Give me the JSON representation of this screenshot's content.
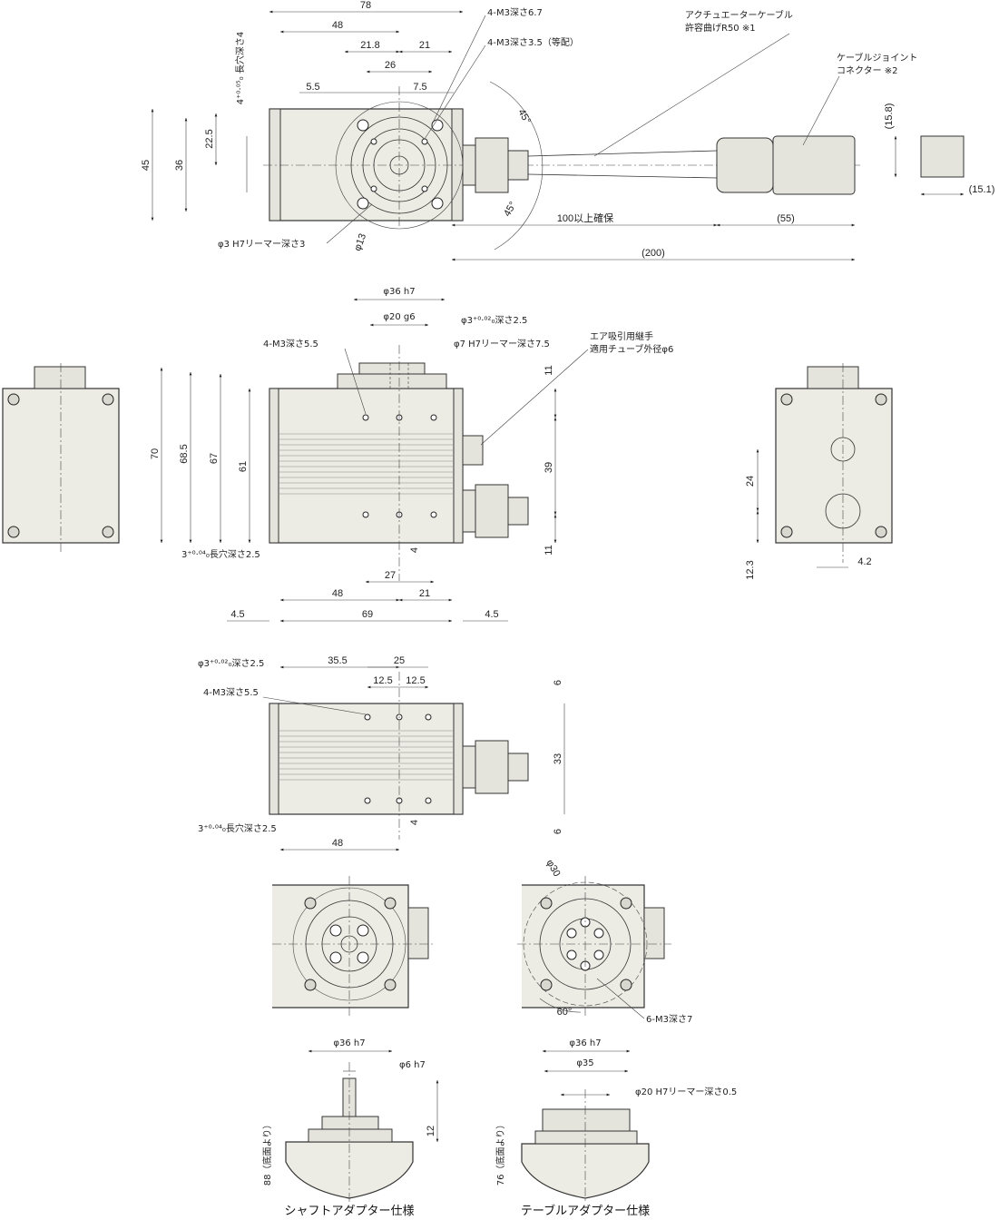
{
  "top_view": {
    "dims": {
      "d78": "78",
      "d48": "48",
      "d21_8": "21.8",
      "d21": "21",
      "d26": "26",
      "d5_5": "5.5",
      "d7_5": "7.5",
      "d45": "45",
      "d36": "36",
      "d22_5": "22.5",
      "d15_8": "(15.8)",
      "d15_1": "(15.1)",
      "d100": "100以上確保",
      "d55": "(55)",
      "d200": "(200)",
      "ang45a": "45°",
      "ang45b": "45°",
      "phi13": "φ13"
    },
    "notes": {
      "m3_67": "4-M3深さ6.7",
      "m3_35": "4-M3深さ3.5（等配）",
      "cable_1": "アクチュエーターケーブル",
      "cable_2": "許容曲げR50 ※1",
      "conn_1": "ケーブルジョイント",
      "conn_2": "コネクター ※2",
      "reamer": "φ3 H7リーマー深さ3",
      "slot": "4⁺⁰·⁰⁵₀ 長穴深さ4"
    }
  },
  "side_view": {
    "dims": {
      "d70": "70",
      "d68_5": "68.5",
      "d67": "67",
      "d61": "61",
      "d11a": "11",
      "d39": "39",
      "d11b": "11",
      "d4": "4",
      "d27": "27",
      "d48": "48",
      "d21": "21",
      "d4_5a": "4.5",
      "d69": "69",
      "d4_5b": "4.5",
      "d24": "24",
      "d12_3": "12.3",
      "d4_2": "4.2"
    },
    "notes": {
      "phi36": "φ36 h7",
      "phi20": "φ20 g6",
      "pin": "φ3⁺⁰·⁰²₀深さ2.5",
      "m3": "4-M3深さ5.5",
      "reamer7": "φ7 H7リーマー深さ7.5",
      "air_1": "エア吸引用継手",
      "air_2": "適用チューブ外径φ6",
      "slot": "3⁺⁰·⁰⁴₀長穴深さ2.5"
    }
  },
  "bottom_view": {
    "dims": {
      "d35_5": "35.5",
      "d25": "25",
      "d12_5a": "12.5",
      "d12_5b": "12.5",
      "d6a": "6",
      "d33": "33",
      "d6b": "6",
      "d4": "4",
      "d48": "48"
    },
    "notes": {
      "pin": "φ3⁺⁰·⁰²₀深さ2.5",
      "m3": "4-M3深さ5.5",
      "slot": "3⁺⁰·⁰⁴₀長穴深さ2.5"
    }
  },
  "adapters": {
    "shaft": {
      "phi36": "φ36 h7",
      "phi6": "φ6 h7",
      "d12": "12",
      "height": "88（底面より）",
      "caption": "シャフトアダプター仕様"
    },
    "table": {
      "phi30": "φ30",
      "ang60": "60°",
      "m3": "6-M3深さ7",
      "phi36": "φ36 h7",
      "phi35": "φ35",
      "phi20": "φ20 H7リーマー深さ0.5",
      "height": "76（底面より）",
      "caption": "テーブルアダプター仕様"
    }
  }
}
